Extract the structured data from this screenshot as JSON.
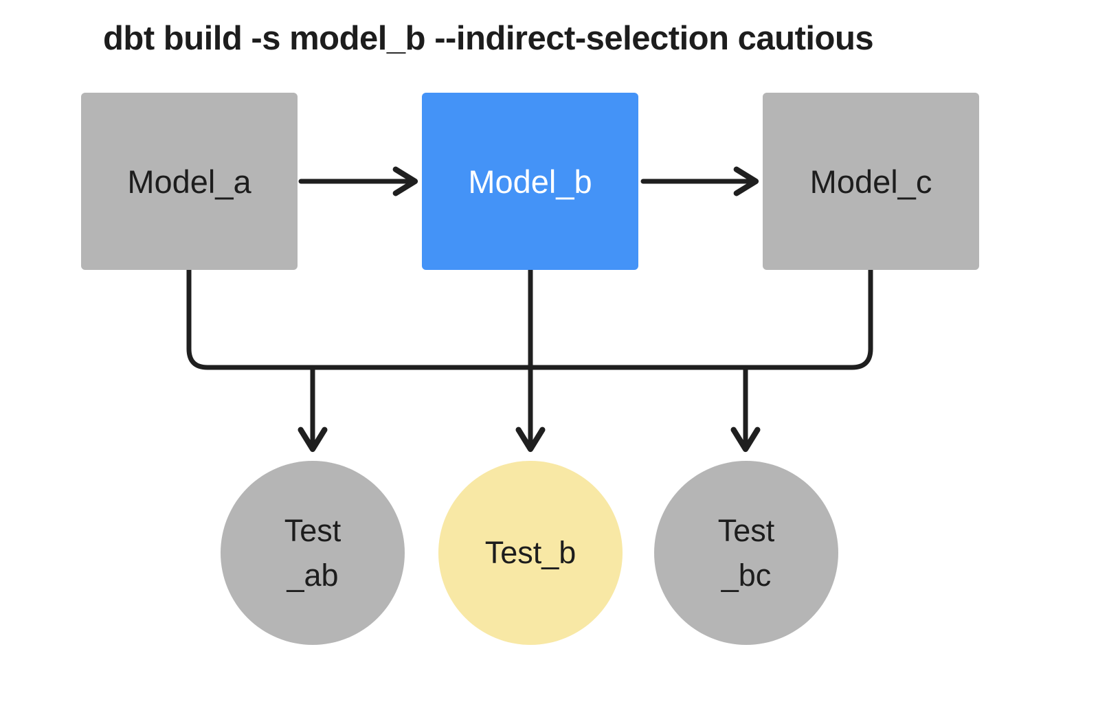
{
  "title": "dbt build -s model_b --indirect-selection cautious",
  "colors": {
    "background": "#ffffff",
    "node_gray": "#b5b5b5",
    "node_blue": "#4493f7",
    "node_yellow": "#f8e8a5",
    "edge": "#1f1f1f",
    "text_dark": "#1d1d1d",
    "text_light": "#ffffff"
  },
  "nodes": {
    "model_a": {
      "label": "Model_a",
      "type": "model",
      "fill": "gray"
    },
    "model_b": {
      "label": "Model_b",
      "type": "model",
      "fill": "blue"
    },
    "model_c": {
      "label": "Model_c",
      "type": "model",
      "fill": "gray"
    },
    "test_ab": {
      "lines": [
        "Test",
        "_ab"
      ],
      "type": "test",
      "fill": "gray"
    },
    "test_b": {
      "lines": [
        "Test_b"
      ],
      "type": "test",
      "fill": "yellow"
    },
    "test_bc": {
      "lines": [
        "Test",
        "_bc"
      ],
      "type": "test",
      "fill": "gray"
    }
  },
  "edges": [
    {
      "from": "model_a",
      "to": "model_b"
    },
    {
      "from": "model_b",
      "to": "model_c"
    },
    {
      "from": "model_a",
      "to": "test_ab"
    },
    {
      "from": "model_b",
      "to": "test_ab"
    },
    {
      "from": "model_b",
      "to": "test_b"
    },
    {
      "from": "model_b",
      "to": "test_bc"
    },
    {
      "from": "model_c",
      "to": "test_bc"
    }
  ]
}
